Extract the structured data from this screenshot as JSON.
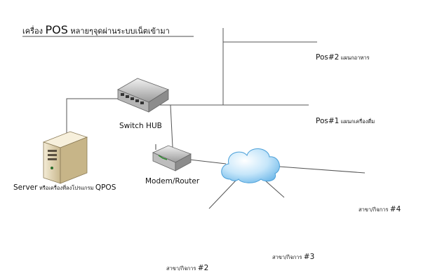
{
  "title": {
    "prefix": "เครื่อง ",
    "emphasis": "POS",
    "suffix": " หลายๆจุดผ่านระบบเน็ตเข้ามา"
  },
  "devices": {
    "hub": {
      "label": "Switch HUB"
    },
    "router": {
      "label": "Modem/Router"
    },
    "server": {
      "label_main": "Server",
      "label_note": " หรือเครื่องที่ลงโปรแกรม ",
      "label_tail": "QPOS"
    },
    "pos2": {
      "label_main": "Pos#2",
      "label_note": " แผนกอาหาร"
    },
    "pos1": {
      "label_main": "Pos#1",
      "label_note": " แผนกเครื่องดื่ม"
    },
    "branch2": {
      "label_note": "สาขา/กิจการ ",
      "label_main": "#2"
    },
    "branch3": {
      "label_note": "สาขา/กิจการ ",
      "label_main": "#3"
    },
    "branch4": {
      "label_note": "สาขา/กิจการ ",
      "label_main": "#4"
    }
  },
  "colors": {
    "line": "#555555",
    "monitor_frame": "#f2f2f2",
    "screen": "#0f0f0f",
    "cloud": "#7fc3ee",
    "server_body": "#e8dcc0"
  }
}
